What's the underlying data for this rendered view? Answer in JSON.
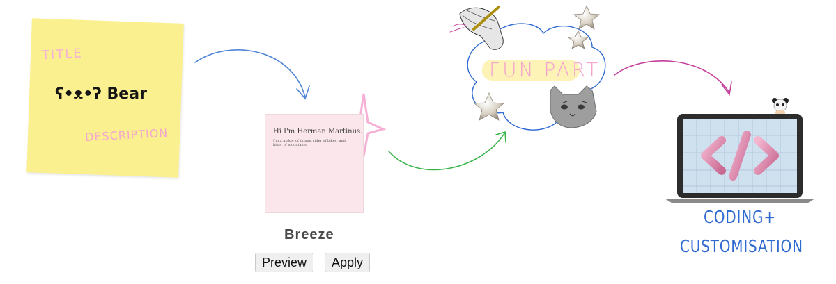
{
  "note": {
    "title_label": "TITLE",
    "bear_emoticon": "ʕ•ᴥ•ʔ",
    "bear_label": "Bear",
    "description_label": "DESCRIPTION",
    "paper_color": "#fbf08f"
  },
  "theme_preview": {
    "blog_title": "Hi I'm Herman Martinus.",
    "blog_text": "I'm a maker of things, rider of bikes, and hiker of mountains.",
    "theme_name": "Breeze",
    "preview_button": "Preview",
    "apply_button": "Apply"
  },
  "stages": {
    "fun_part": "FUN PART",
    "coding": "CODING+",
    "customisation": "CUSTOMISATION"
  },
  "colors": {
    "arrow_blue": "#4f86d6",
    "arrow_green": "#3ab54a",
    "arrow_magenta": "#c43f9a",
    "cloud_stroke": "#2f6ad0",
    "highlighter_yellow": "#fdf3b6",
    "accent_pink": "#f4a6cf"
  },
  "icons": [
    "flower-icon",
    "star-icon",
    "sparkle-icon",
    "hand-pen-icon",
    "cat-face-icon",
    "laptop-icon",
    "code-brackets-icon",
    "panda-icon"
  ]
}
